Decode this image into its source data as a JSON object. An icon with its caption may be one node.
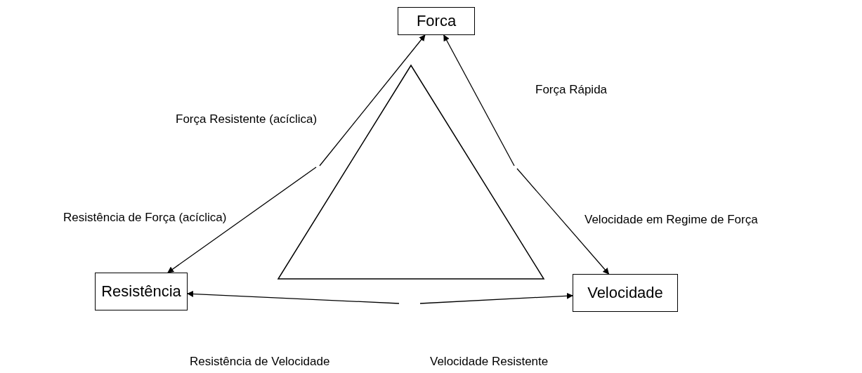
{
  "diagram": {
    "nodes": [
      {
        "text": [
          "Forca"
        ]
      },
      {
        "text": [],
        "shape": "triangle"
      },
      {
        "text": [
          "Resistência"
        ]
      },
      {
        "text": [
          "Velocidade"
        ]
      }
    ],
    "edges": [
      {
        "from": null,
        "to": 0,
        "arrow": "to",
        "label": "Força Resistente (acíclica)"
      },
      {
        "from": null,
        "to": 2,
        "arrow": "to",
        "label": "Resistência de Força (acíclica)"
      },
      {
        "from": null,
        "to": 0,
        "arrow": "to",
        "label": "Força Rápida"
      },
      {
        "from": null,
        "to": 3,
        "arrow": "to",
        "label": "Velocidade em Regime de Força"
      },
      {
        "from": null,
        "to": 2,
        "arrow": "to",
        "label": "Resistência de Velocidade"
      },
      {
        "from": null,
        "to": 3,
        "arrow": "to",
        "label": "Velocidade Resistente"
      }
    ]
  }
}
